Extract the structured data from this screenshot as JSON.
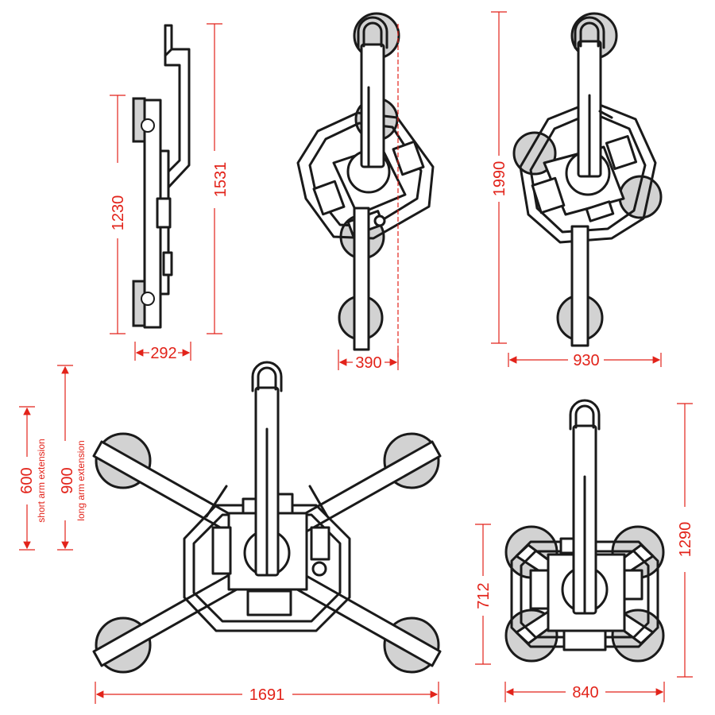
{
  "colors": {
    "dimension": "#e2231a",
    "outline": "#1a1a1a",
    "cup_fill": "#d2d2d2"
  },
  "views": {
    "side": {
      "height": "1531",
      "cup_spacing": "1230",
      "width": "292"
    },
    "rotated": {
      "width": "390"
    },
    "front": {
      "height": "1990",
      "width": "930"
    },
    "extended": {
      "width": "1691",
      "short_ext": "600",
      "short_ext_label": "short arm extension",
      "long_ext": "900",
      "long_ext_label": "long arm extension"
    },
    "compact": {
      "height": "1290",
      "cup_spacing": "712",
      "width": "840"
    }
  }
}
